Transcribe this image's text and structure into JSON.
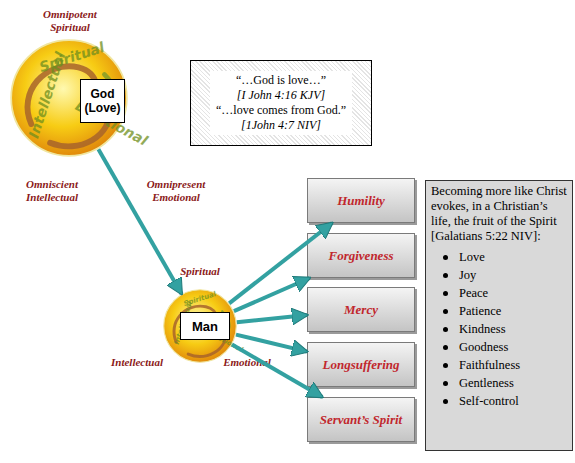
{
  "diagram": {
    "nodes": [
      {
        "text": [
          "Spiritual",
          "Intellectual",
          "Emotional"
        ]
      },
      {
        "text": [
          "God (Love)"
        ],
        "in": 0
      },
      {
        "text": [
          "“…God is love…”",
          "[I John 4:16 KJV]",
          "“…love comes from God.”",
          "[1John 4:7 NIV]"
        ]
      },
      {
        "text": [
          "Spiritual",
          "Intellectual",
          "Emotional"
        ]
      },
      {
        "text": [
          "Man"
        ],
        "in": 3
      },
      {
        "text": [
          "Humility"
        ]
      },
      {
        "text": [
          "Forgiveness"
        ]
      },
      {
        "text": [
          "Mercy"
        ]
      },
      {
        "text": [
          "Longsuffering"
        ]
      },
      {
        "text": [
          "Servant’s Spirit"
        ]
      },
      {
        "text": [
          "Becoming more like Christ evokes, in a Christian’s life, the fruit of the Spirit [Galatians 5:22 NIV]:",
          "Love",
          "Joy",
          "Peace",
          "Patience",
          "Kindness",
          "Goodness",
          "Faithfulness",
          "Gentleness",
          "Self-control"
        ]
      }
    ],
    "edges": [
      {
        "from": 0,
        "to": 3,
        "arrow": "to"
      },
      {
        "from": 3,
        "to": 5,
        "arrow": "to"
      },
      {
        "from": 3,
        "to": 6,
        "arrow": "to"
      },
      {
        "from": 3,
        "to": 7,
        "arrow": "to"
      },
      {
        "from": 3,
        "to": 8,
        "arrow": "to"
      },
      {
        "from": 3,
        "to": 9,
        "arrow": "to"
      }
    ],
    "labels": [
      "Omnipotent Spiritual",
      "Omniscient Intellectual",
      "Omnipresent Emotional",
      "Spiritual",
      "Intellectual",
      "Emotional"
    ]
  }
}
